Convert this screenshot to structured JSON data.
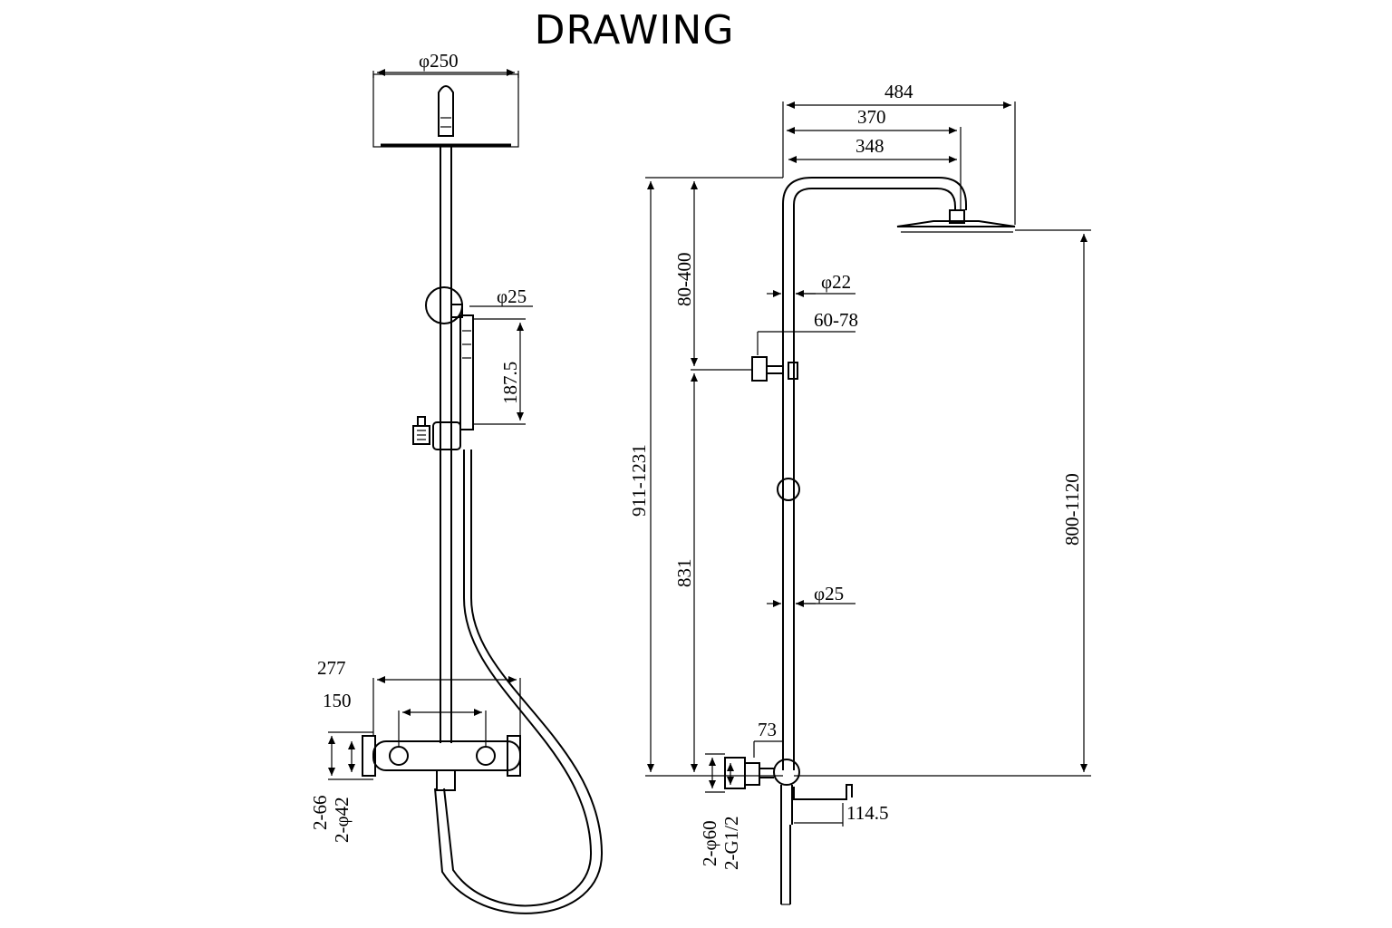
{
  "title": "DRAWING",
  "front_view": {
    "head_diameter": "φ250",
    "handset_diameter": "φ25",
    "handset_length": "187.5",
    "width_overall": "277",
    "inlet_spacing": "150",
    "inlet_size": "2-66",
    "escutcheon": "2-φ42"
  },
  "side_view": {
    "arm_reach": "484",
    "arm_to_head_center": "370",
    "arm_inner": "348",
    "upper_pipe_diameter": "φ22",
    "bracket_range": "60-78",
    "adjust_range": "80-400",
    "total_height": "911-1231",
    "riser_height": "831",
    "head_height": "800-1120",
    "lower_pipe_diameter": "φ25",
    "wall_offset": "73",
    "spout_length": "114.5",
    "flange_diameter": "2-φ60",
    "inlet_thread": "2-G1/2"
  },
  "colors": {
    "line": "#000000",
    "background": "#ffffff"
  }
}
